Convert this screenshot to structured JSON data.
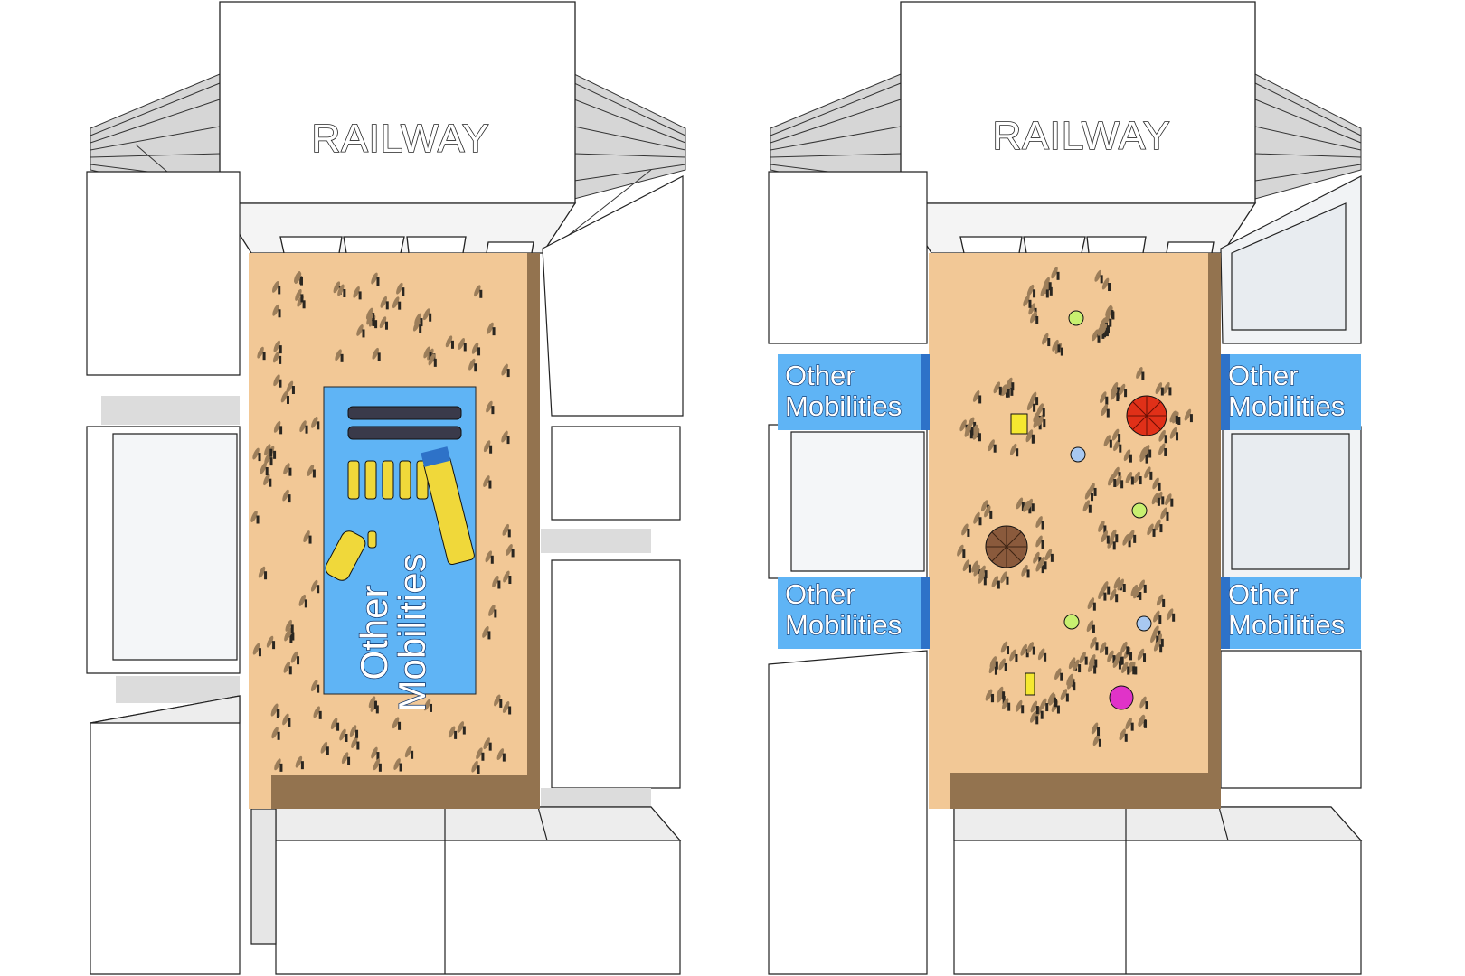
{
  "labels": {
    "left_railway": "RAILWAY",
    "right_railway": "RAILWAY",
    "left_center_line1": "Other",
    "left_center_line2": "Mobilities",
    "right_mob_tl_line1": "Other",
    "right_mob_tl_line2": "Mobilities",
    "right_mob_tr_line1": "Other",
    "right_mob_tr_line2": "Mobilities",
    "right_mob_bl_line1": "Other",
    "right_mob_bl_line2": "Mobilities",
    "right_mob_br_line1": "Other",
    "right_mob_br_line2": "Mobilities"
  },
  "colors": {
    "plaza": "#F2C896",
    "plaza_shadow": "#93734F",
    "mobility_blue": "#5FB4F5",
    "mobility_blue_dark": "#2E72C8",
    "building": "#FFFFFF",
    "building_side": "#DCDCDC",
    "building_glass": "#EEF1F4",
    "people": "#2A2620",
    "people_shadow": "#9C7E5A",
    "vehicle_yellow": "#F0D83A",
    "umbrella_red": "#E03018",
    "umbrella_brown": "#8A5A3C",
    "ball_magenta": "#E033C8",
    "ball_lime": "#C8F070",
    "ball_lightblue": "#A8C8F0",
    "square_yellow": "#F5E830"
  }
}
